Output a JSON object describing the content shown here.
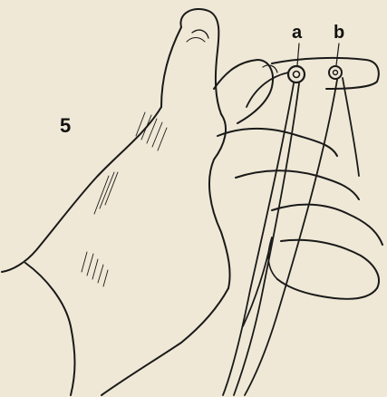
{
  "figure": {
    "number": "5",
    "labels": {
      "a": "a",
      "b": "b"
    },
    "paper_color": "#efe8d6",
    "ink_color": "#1a1a1a"
  }
}
